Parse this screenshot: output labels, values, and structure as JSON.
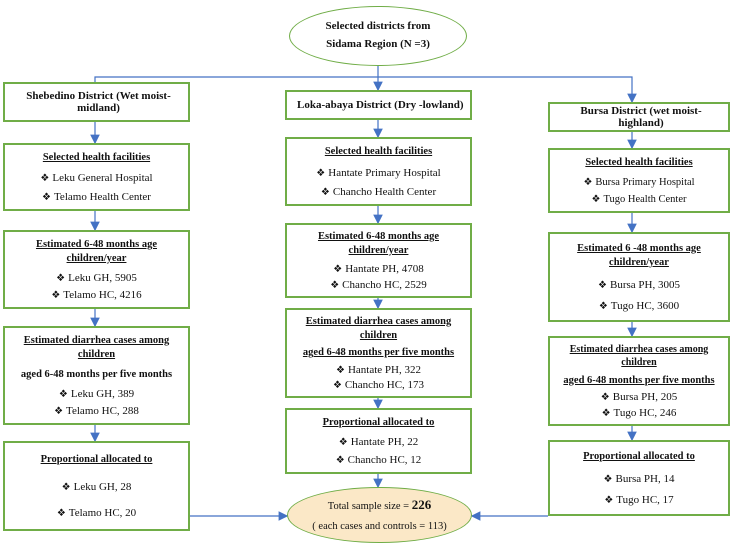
{
  "top": {
    "line1": "Selected districts from",
    "line2": "Sidama Region (N =3)"
  },
  "columns": [
    {
      "district": "Shebedino District (Wet moist- midland)",
      "facilities": {
        "heading": "Selected health facilities",
        "items": [
          "Leku General Hospital",
          "Telamo Health Center"
        ]
      },
      "estimated": {
        "heading": "Estimated 6-48 months age children/year",
        "items": [
          "Leku GH, 5905",
          "Telamo HC, 4216"
        ]
      },
      "diarrhea": {
        "heading_line1": "Estimated diarrhea cases among children",
        "heading_line2": "aged 6-48 months per five months",
        "items": [
          "Leku GH, 389",
          "Telamo HC, 288"
        ]
      },
      "allocated": {
        "heading": "Proportional allocated to",
        "items": [
          "Leku GH, 28",
          "Telamo HC, 20"
        ]
      }
    },
    {
      "district": "Loka-abaya District (Dry -lowland)",
      "facilities": {
        "heading": "Selected health facilities",
        "items": [
          "Hantate Primary Hospital",
          "Chancho Health Center"
        ]
      },
      "estimated": {
        "heading": "Estimated 6-48 months age children/year",
        "items": [
          "Hantate PH, 4708",
          "Chancho HC, 2529"
        ]
      },
      "diarrhea": {
        "heading_line1": "Estimated diarrhea cases among children",
        "heading_line2": "aged 6-48 months per five months",
        "items": [
          "Hantate PH, 322",
          "Chancho HC, 173"
        ]
      },
      "allocated": {
        "heading": "Proportional allocated to",
        "items": [
          "Hantate PH, 22",
          "Chancho HC, 12"
        ]
      }
    },
    {
      "district": "Bursa District (wet moist- highland)",
      "facilities": {
        "heading": "Selected health facilities",
        "items": [
          "Bursa Primary Hospital",
          "Tugo Health Center"
        ]
      },
      "estimated": {
        "heading": "Estimated 6 -48 months age children/year",
        "items": [
          "Bursa PH, 3005",
          "Tugo HC, 3600"
        ]
      },
      "diarrhea": {
        "heading_line1": "Estimated diarrhea cases among children",
        "heading_line2": "aged 6-48 months per five months",
        "items": [
          "Bursa PH, 205",
          "Tugo HC, 246"
        ]
      },
      "allocated": {
        "heading": "Proportional allocated to",
        "items": [
          "Bursa PH, 14",
          "Tugo HC, 17"
        ]
      }
    }
  ],
  "bottom": {
    "prefix": "Total sample size = ",
    "total": "226",
    "line2": "( each cases and controls = 113)"
  },
  "colors": {
    "box_border": "#70ad47",
    "arrow": "#4472c4",
    "bottom_fill": "#fbe8c7"
  }
}
